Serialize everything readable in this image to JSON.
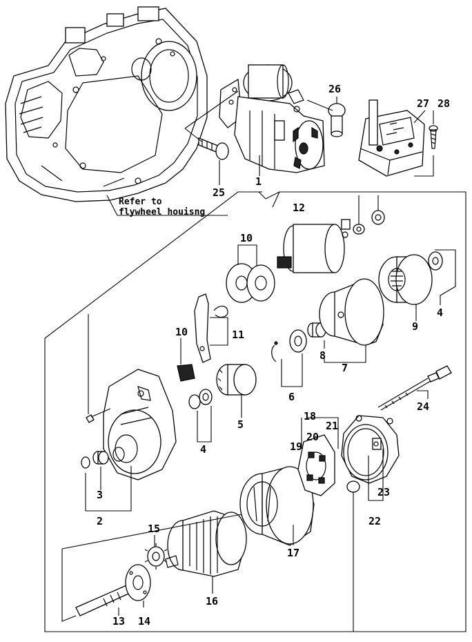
{
  "note": {
    "line1": "Refer to",
    "line2": "flywheel houisng"
  },
  "callouts": {
    "c1": "1",
    "c2": "2",
    "c3": "3",
    "c4a": "4",
    "c4b": "4",
    "c5": "5",
    "c6": "6",
    "c7": "7",
    "c8": "8",
    "c9": "9",
    "c10a": "10",
    "c10b": "10",
    "c11": "11",
    "c12": "12",
    "c13": "13",
    "c14": "14",
    "c15": "15",
    "c16": "16",
    "c17": "17",
    "c18": "18",
    "c19": "19",
    "c20": "20",
    "c21": "21",
    "c22": "22",
    "c23": "23",
    "c24": "24",
    "c25": "25",
    "c26": "26",
    "c27": "27",
    "c28": "28"
  }
}
